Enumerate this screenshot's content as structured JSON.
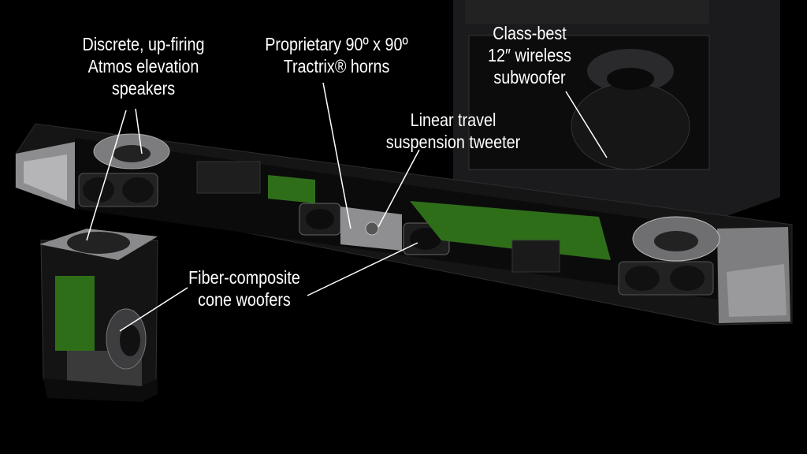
{
  "callouts": {
    "atmos": {
      "lines": [
        "Discrete, up-firing",
        "Atmos elevation",
        "speakers"
      ]
    },
    "horns": {
      "lines": [
        "Proprietary 90º x 90º",
        "Tractrix® horns"
      ]
    },
    "subwoofer": {
      "lines": [
        "Class-best",
        "12″ wireless",
        "subwoofer"
      ]
    },
    "tweeter": {
      "lines": [
        "Linear travel",
        "suspension tweeter"
      ]
    },
    "woofers": {
      "lines": [
        "Fiber-composite",
        "cone woofers"
      ]
    }
  },
  "colors": {
    "background": "#000000",
    "text": "#ffffff",
    "pcb": "#3a7a1c",
    "cabinet": "#1e1e20"
  }
}
